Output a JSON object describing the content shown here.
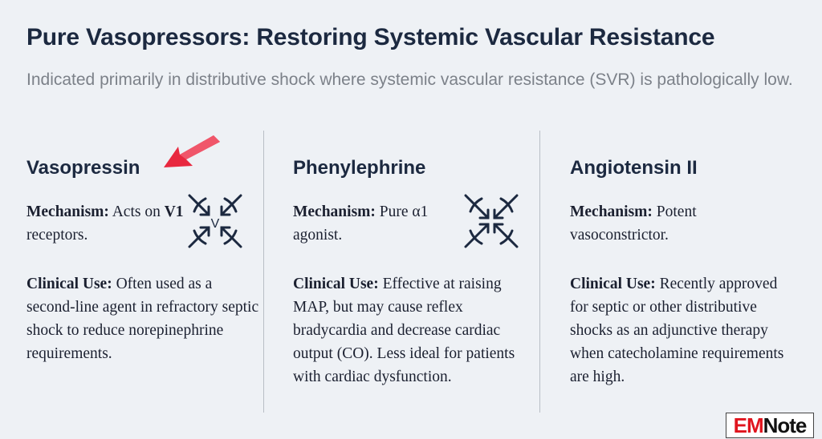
{
  "title": "Pure Vasopressors: Restoring Systemic Vascular Resistance",
  "subtitle": "Indicated primarily in distributive shock where systemic vascular resistance (SVR) is pathologically low.",
  "columns": [
    {
      "name": "Vasopressin",
      "mechanism_label": "Mechanism:",
      "mechanism": "Acts on",
      "mechanism_bold_tail": "V1",
      "mechanism_tail": "receptors.",
      "clinical_label": "Clinical Use:",
      "clinical": "Often used as a second-line agent in refractory septic shock to reduce norepinephrine requirements.",
      "icon": "vasoconstriction-arrows-icon",
      "icon_letter": "V"
    },
    {
      "name": "Phenylephrine",
      "mechanism_label": "Mechanism:",
      "mechanism": "Pure α1 agonist.",
      "clinical_label": "Clinical Use:",
      "clinical": "Effective at raising MAP, but may cause reflex bradycardia and decrease cardiac output (CO). Less ideal for patients with cardiac dysfunction.",
      "icon": "vasoconstriction-arrows-icon"
    },
    {
      "name": "Angiotensin II",
      "mechanism_label": "Mechanism:",
      "mechanism": "Potent vasoconstrictor.",
      "clinical_label": "Clinical Use:",
      "clinical": "Recently approved for septic or other distributive shocks as an adjunctive therapy when catecholamine requirements are high."
    }
  ],
  "annotation": {
    "icon": "red-arrow-icon",
    "color": "#e8283f"
  },
  "logo": {
    "em": "EM",
    "note": "Note"
  }
}
